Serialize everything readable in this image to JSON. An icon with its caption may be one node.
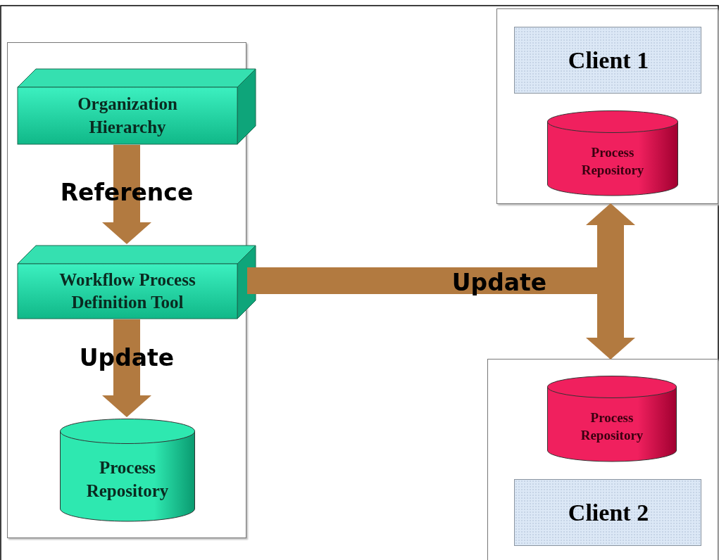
{
  "diagram": {
    "nodes": [
      {
        "text": [],
        "shape": "box"
      },
      {
        "text": [
          "Organization Hierarchy"
        ],
        "in": 0
      },
      {
        "text": [
          "Workflow Process Definition Tool"
        ],
        "in": 0
      },
      {
        "text": [
          "Process Repository"
        ],
        "in": 0
      },
      {
        "text": [],
        "shape": "box"
      },
      {
        "text": [
          "Client 1"
        ],
        "in": 4
      },
      {
        "text": [
          "Process Repository"
        ],
        "in": 4
      },
      {
        "text": [],
        "shape": "box"
      },
      {
        "text": [
          "Process Repository"
        ],
        "in": 7
      },
      {
        "text": [
          "Client 2"
        ],
        "in": 7
      }
    ],
    "edges": [
      {
        "from": 1,
        "to": 2,
        "arrow": "to",
        "label": "Reference"
      },
      {
        "from": 2,
        "to": 3,
        "arrow": "to",
        "label": "Update"
      },
      {
        "from": 0,
        "to": 4,
        "arrow": "to",
        "label": "Update"
      },
      {
        "from": 0,
        "to": 7,
        "arrow": "to"
      }
    ]
  }
}
